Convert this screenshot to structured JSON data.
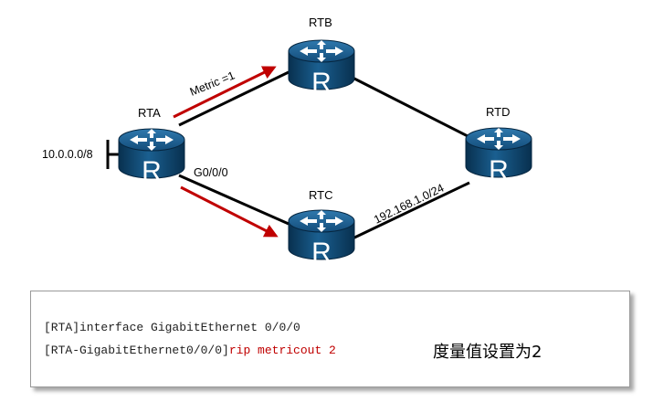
{
  "routers": {
    "rta": {
      "name": "RTA",
      "glyph": "R"
    },
    "rtb": {
      "name": "RTB",
      "glyph": "R"
    },
    "rtc": {
      "name": "RTC",
      "glyph": "R"
    },
    "rtd": {
      "name": "RTD",
      "glyph": "R"
    }
  },
  "labels": {
    "network": "10.0.0.0/8",
    "metric": "Metric =1",
    "interface": "G0/0/0",
    "subnet": "192.168.1.0/24"
  },
  "cli": {
    "line1": "[RTA]interface GigabitEthernet 0/0/0",
    "line2_prompt": "[RTA-GigabitEthernet0/0/0]",
    "line2_command": "rip metricout 2",
    "note": "度量值设置为2"
  },
  "colors": {
    "router_body": "#0e3f67",
    "link": "#000000",
    "arrow": "#c00000",
    "command": "#c00000"
  }
}
